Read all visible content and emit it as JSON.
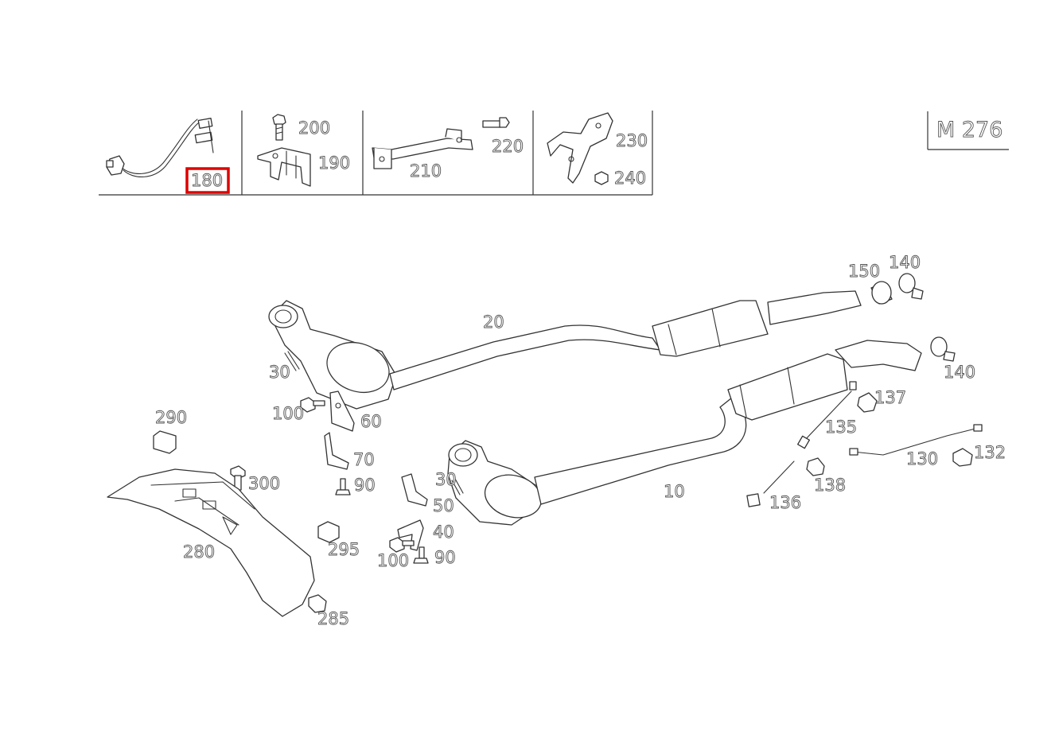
{
  "engine_code": "M 276",
  "highlight_color": "#e00000",
  "highlighted_part": "180",
  "accessory_panel": {
    "labels": [
      "180",
      "200",
      "190",
      "210",
      "220",
      "230",
      "240"
    ]
  },
  "main_diagram": {
    "labels": [
      "150",
      "140",
      "20",
      "30",
      "140",
      "137",
      "100",
      "60",
      "135",
      "290",
      "70",
      "30",
      "130",
      "132",
      "300",
      "90",
      "50",
      "10",
      "138",
      "136",
      "40",
      "295",
      "280",
      "100",
      "90",
      "285"
    ]
  }
}
